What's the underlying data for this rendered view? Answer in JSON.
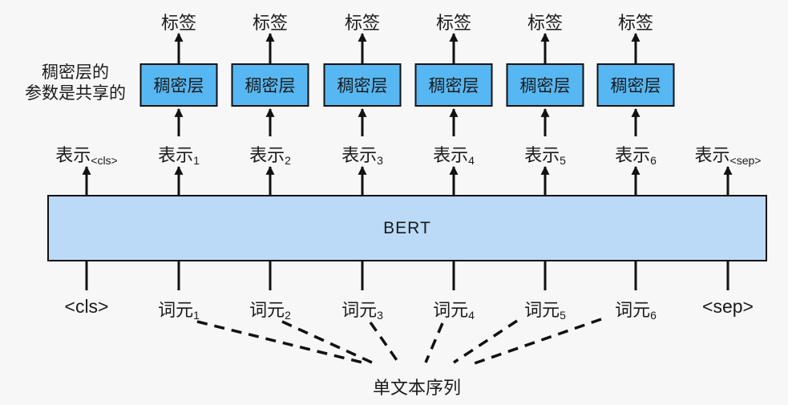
{
  "theme": {
    "background": "#f7f7f7",
    "dense_fill": "#57B7F2",
    "bert_fill": "#BBDAF8",
    "line_color": "#111111",
    "text_color": "#1a1a1a"
  },
  "diagram": {
    "annotation": {
      "line1": "稠密层的",
      "line2": "参数是共享的"
    },
    "bert_label": "BERT",
    "bottom_label": "单文本序列",
    "dense_units": [
      {
        "top_label": "标签",
        "box_label": "稠密层"
      },
      {
        "top_label": "标签",
        "box_label": "稠密层"
      },
      {
        "top_label": "标签",
        "box_label": "稠密层"
      },
      {
        "top_label": "标签",
        "box_label": "稠密层"
      },
      {
        "top_label": "标签",
        "box_label": "稠密层"
      },
      {
        "top_label": "标签",
        "box_label": "稠密层"
      }
    ],
    "columns": [
      {
        "repr_base": "表示",
        "repr_sub": "<cls>",
        "token_text": "<cls>",
        "token_sub": ""
      },
      {
        "repr_base": "表示",
        "repr_sub": "1",
        "token_text": "词元",
        "token_sub": "1"
      },
      {
        "repr_base": "表示",
        "repr_sub": "2",
        "token_text": "词元",
        "token_sub": "2"
      },
      {
        "repr_base": "表示",
        "repr_sub": "3",
        "token_text": "词元",
        "token_sub": "3"
      },
      {
        "repr_base": "表示",
        "repr_sub": "4",
        "token_text": "词元",
        "token_sub": "4"
      },
      {
        "repr_base": "表示",
        "repr_sub": "5",
        "token_text": "词元",
        "token_sub": "5"
      },
      {
        "repr_base": "表示",
        "repr_sub": "6",
        "token_text": "词元",
        "token_sub": "6"
      },
      {
        "repr_base": "表示",
        "repr_sub": "<sep>",
        "token_text": "<sep>",
        "token_sub": ""
      }
    ]
  }
}
